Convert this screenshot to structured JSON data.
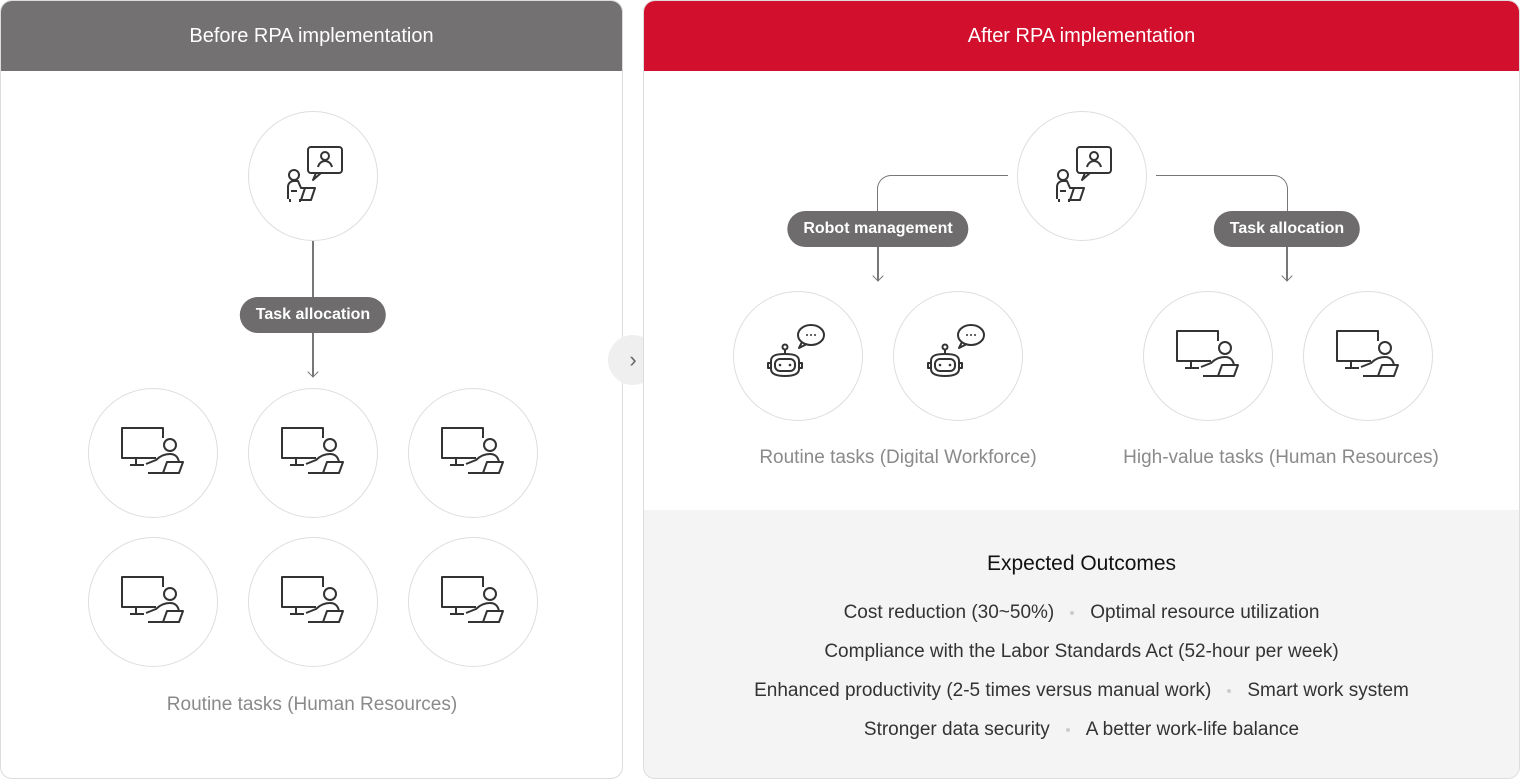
{
  "before": {
    "title": "Before RPA implementation",
    "pill": "Task allocation",
    "caption": "Routine tasks (Human Resources)"
  },
  "after": {
    "title": "After RPA implementation",
    "pill_left": "Robot management",
    "pill_right": "Task allocation",
    "caption_left": "Routine tasks (Digital Workforce)",
    "caption_right": "High-value tasks (Human Resources)"
  },
  "outcomes": {
    "title": "Expected Outcomes",
    "rows": [
      [
        "Cost reduction (30~50%)",
        "Optimal resource utilization"
      ],
      [
        "Compliance with the Labor Standards Act (52-hour per week)"
      ],
      [
        "Enhanced productivity (2-5 times versus manual work)",
        "Smart work system"
      ],
      [
        "Stronger data security",
        "A better work-life balance"
      ]
    ]
  },
  "colors": {
    "before_header": "#737171",
    "after_header": "#d20f2c"
  },
  "icons": {
    "manager": "manager-icon",
    "worker": "worker-icon",
    "robot": "robot-icon",
    "next": "chevron-right-icon"
  }
}
